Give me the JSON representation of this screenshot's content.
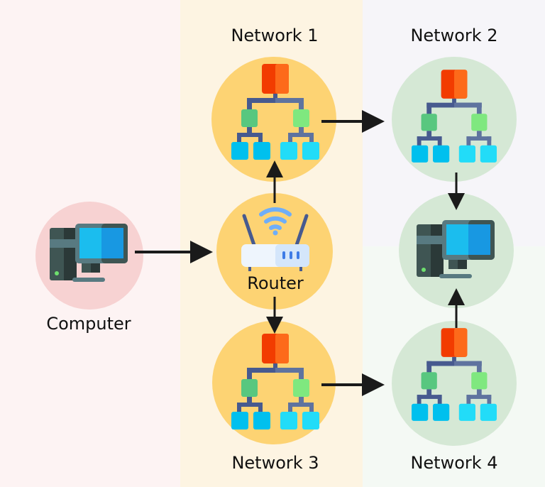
{
  "diagram": {
    "title": "Computer to Router to Networks",
    "nodes": {
      "computer_source": {
        "label": "Computer",
        "icon": "desktop-computer-icon"
      },
      "router": {
        "label": "Router",
        "icon": "wifi-router-icon"
      },
      "network_1": {
        "label": "Network 1",
        "icon": "network-hierarchy-icon"
      },
      "network_2": {
        "label": "Network 2",
        "icon": "network-hierarchy-icon"
      },
      "network_3": {
        "label": "Network 3",
        "icon": "network-hierarchy-icon"
      },
      "network_4": {
        "label": "Network 4",
        "icon": "network-hierarchy-icon"
      },
      "computer_destination": {
        "label": "",
        "icon": "desktop-computer-icon"
      }
    },
    "edges": [
      {
        "from": "computer_source",
        "to": "router"
      },
      {
        "from": "router",
        "to": "network_1"
      },
      {
        "from": "router",
        "to": "network_3"
      },
      {
        "from": "network_1",
        "to": "network_2"
      },
      {
        "from": "network_3",
        "to": "network_4"
      },
      {
        "from": "network_2",
        "to": "computer_destination"
      },
      {
        "from": "network_4",
        "to": "computer_destination"
      }
    ],
    "colors": {
      "computer_circle": "#f7d2d2",
      "router_network_circle": "#fdd373",
      "green_circle": "#d5e8d5",
      "arrow": "#1a1a1a",
      "root_node": "#f23c00",
      "mid_node_left": "#58c77f",
      "mid_node_right": "#7fe87f",
      "leaf_node_left": "#00c0ee",
      "leaf_node_right": "#22dcf8",
      "connector": "#475a8f",
      "screen": "#1bbdee",
      "case": "#3f5553"
    }
  }
}
